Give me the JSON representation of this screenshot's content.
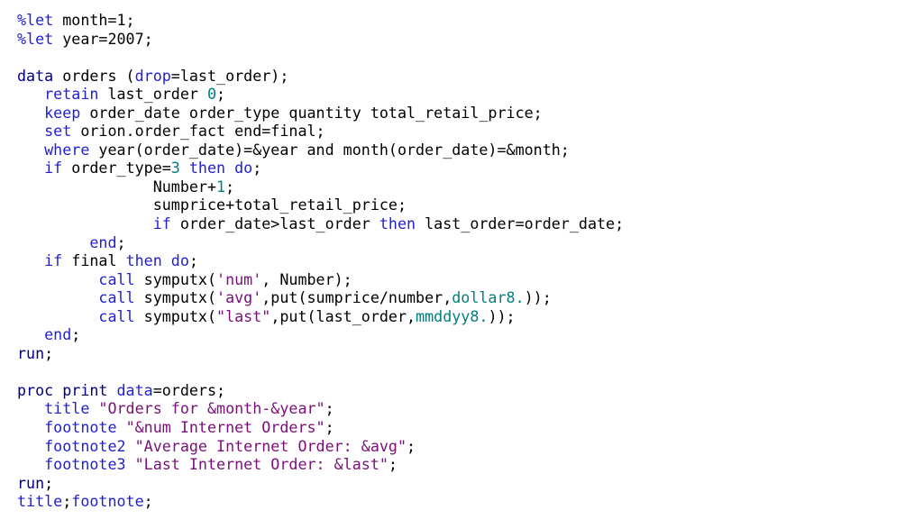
{
  "colors": {
    "plain": "#000000",
    "keyword": "#1f1fd6",
    "step_keyword": "#000080",
    "string": "#7a0f7a",
    "number_format": "#008080"
  },
  "lines": [
    [
      {
        "t": "%let",
        "c": "kw-blue"
      },
      {
        "t": " month=1;",
        "c": "plain"
      }
    ],
    [
      {
        "t": "%let",
        "c": "kw-blue"
      },
      {
        "t": " year=2007;",
        "c": "plain"
      }
    ],
    [],
    [
      {
        "t": "data",
        "c": "kw-navy"
      },
      {
        "t": " orders (",
        "c": "plain"
      },
      {
        "t": "drop",
        "c": "kw-blue"
      },
      {
        "t": "=last_order);",
        "c": "plain"
      }
    ],
    [
      {
        "t": "   ",
        "c": "plain"
      },
      {
        "t": "retain",
        "c": "kw-blue"
      },
      {
        "t": " last_order ",
        "c": "plain"
      },
      {
        "t": "0",
        "c": "num"
      },
      {
        "t": ";",
        "c": "plain"
      }
    ],
    [
      {
        "t": "   ",
        "c": "plain"
      },
      {
        "t": "keep",
        "c": "kw-blue"
      },
      {
        "t": " order_date order_type quantity total_retail_price;",
        "c": "plain"
      }
    ],
    [
      {
        "t": "   ",
        "c": "plain"
      },
      {
        "t": "set",
        "c": "kw-blue"
      },
      {
        "t": " orion.order_fact end=final;",
        "c": "plain"
      }
    ],
    [
      {
        "t": "   ",
        "c": "plain"
      },
      {
        "t": "where",
        "c": "kw-blue"
      },
      {
        "t": " year(order_date)=&year and month(order_date)=&month;",
        "c": "plain"
      }
    ],
    [
      {
        "t": "   ",
        "c": "plain"
      },
      {
        "t": "if",
        "c": "kw-blue"
      },
      {
        "t": " order_type=",
        "c": "plain"
      },
      {
        "t": "3",
        "c": "num"
      },
      {
        "t": " ",
        "c": "plain"
      },
      {
        "t": "then",
        "c": "kw-blue"
      },
      {
        "t": " ",
        "c": "plain"
      },
      {
        "t": "do",
        "c": "kw-blue"
      },
      {
        "t": ";",
        "c": "plain"
      }
    ],
    [
      {
        "t": "               Number+",
        "c": "plain"
      },
      {
        "t": "1",
        "c": "num"
      },
      {
        "t": ";",
        "c": "plain"
      }
    ],
    [
      {
        "t": "               sumprice+total_retail_price;",
        "c": "plain"
      }
    ],
    [
      {
        "t": "               ",
        "c": "plain"
      },
      {
        "t": "if",
        "c": "kw-blue"
      },
      {
        "t": " order_date>last_order ",
        "c": "plain"
      },
      {
        "t": "then",
        "c": "kw-blue"
      },
      {
        "t": " last_order=order_date;",
        "c": "plain"
      }
    ],
    [
      {
        "t": "        ",
        "c": "plain"
      },
      {
        "t": "end",
        "c": "kw-blue"
      },
      {
        "t": ";",
        "c": "plain"
      }
    ],
    [
      {
        "t": "   ",
        "c": "plain"
      },
      {
        "t": "if",
        "c": "kw-blue"
      },
      {
        "t": " final ",
        "c": "plain"
      },
      {
        "t": "then",
        "c": "kw-blue"
      },
      {
        "t": " ",
        "c": "plain"
      },
      {
        "t": "do",
        "c": "kw-blue"
      },
      {
        "t": ";",
        "c": "plain"
      }
    ],
    [
      {
        "t": "         ",
        "c": "plain"
      },
      {
        "t": "call",
        "c": "kw-blue"
      },
      {
        "t": " symputx(",
        "c": "plain"
      },
      {
        "t": "'num'",
        "c": "str"
      },
      {
        "t": ", Number);",
        "c": "plain"
      }
    ],
    [
      {
        "t": "         ",
        "c": "plain"
      },
      {
        "t": "call",
        "c": "kw-blue"
      },
      {
        "t": " symputx(",
        "c": "plain"
      },
      {
        "t": "'avg'",
        "c": "str"
      },
      {
        "t": ",put(sumprice/number,",
        "c": "plain"
      },
      {
        "t": "dollar8.",
        "c": "num"
      },
      {
        "t": "));",
        "c": "plain"
      }
    ],
    [
      {
        "t": "         ",
        "c": "plain"
      },
      {
        "t": "call",
        "c": "kw-blue"
      },
      {
        "t": " symputx(",
        "c": "plain"
      },
      {
        "t": "\"last\"",
        "c": "str"
      },
      {
        "t": ",put(last_order,",
        "c": "plain"
      },
      {
        "t": "mmddyy8.",
        "c": "num"
      },
      {
        "t": "));",
        "c": "plain"
      }
    ],
    [
      {
        "t": "   ",
        "c": "plain"
      },
      {
        "t": "end",
        "c": "kw-blue"
      },
      {
        "t": ";",
        "c": "plain"
      }
    ],
    [
      {
        "t": "run",
        "c": "kw-navy"
      },
      {
        "t": ";",
        "c": "plain"
      }
    ],
    [],
    [
      {
        "t": "proc print",
        "c": "kw-navy"
      },
      {
        "t": " ",
        "c": "plain"
      },
      {
        "t": "data",
        "c": "kw-blue"
      },
      {
        "t": "=orders;",
        "c": "plain"
      }
    ],
    [
      {
        "t": "   ",
        "c": "plain"
      },
      {
        "t": "title",
        "c": "kw-blue"
      },
      {
        "t": " ",
        "c": "plain"
      },
      {
        "t": "\"Orders for &month-&year\"",
        "c": "str"
      },
      {
        "t": ";",
        "c": "plain"
      }
    ],
    [
      {
        "t": "   ",
        "c": "plain"
      },
      {
        "t": "footnote",
        "c": "kw-blue"
      },
      {
        "t": " ",
        "c": "plain"
      },
      {
        "t": "\"&num Internet Orders\"",
        "c": "str"
      },
      {
        "t": ";",
        "c": "plain"
      }
    ],
    [
      {
        "t": "   ",
        "c": "plain"
      },
      {
        "t": "footnote2",
        "c": "kw-blue"
      },
      {
        "t": " ",
        "c": "plain"
      },
      {
        "t": "\"Average Internet Order: &avg\"",
        "c": "str"
      },
      {
        "t": ";",
        "c": "plain"
      }
    ],
    [
      {
        "t": "   ",
        "c": "plain"
      },
      {
        "t": "footnote3",
        "c": "kw-blue"
      },
      {
        "t": " ",
        "c": "plain"
      },
      {
        "t": "\"Last Internet Order: &last\"",
        "c": "str"
      },
      {
        "t": ";",
        "c": "plain"
      }
    ],
    [
      {
        "t": "run",
        "c": "kw-navy"
      },
      {
        "t": ";",
        "c": "plain"
      }
    ],
    [
      {
        "t": "title",
        "c": "kw-blue"
      },
      {
        "t": ";",
        "c": "plain"
      },
      {
        "t": "footnote",
        "c": "kw-blue"
      },
      {
        "t": ";",
        "c": "plain"
      }
    ]
  ]
}
